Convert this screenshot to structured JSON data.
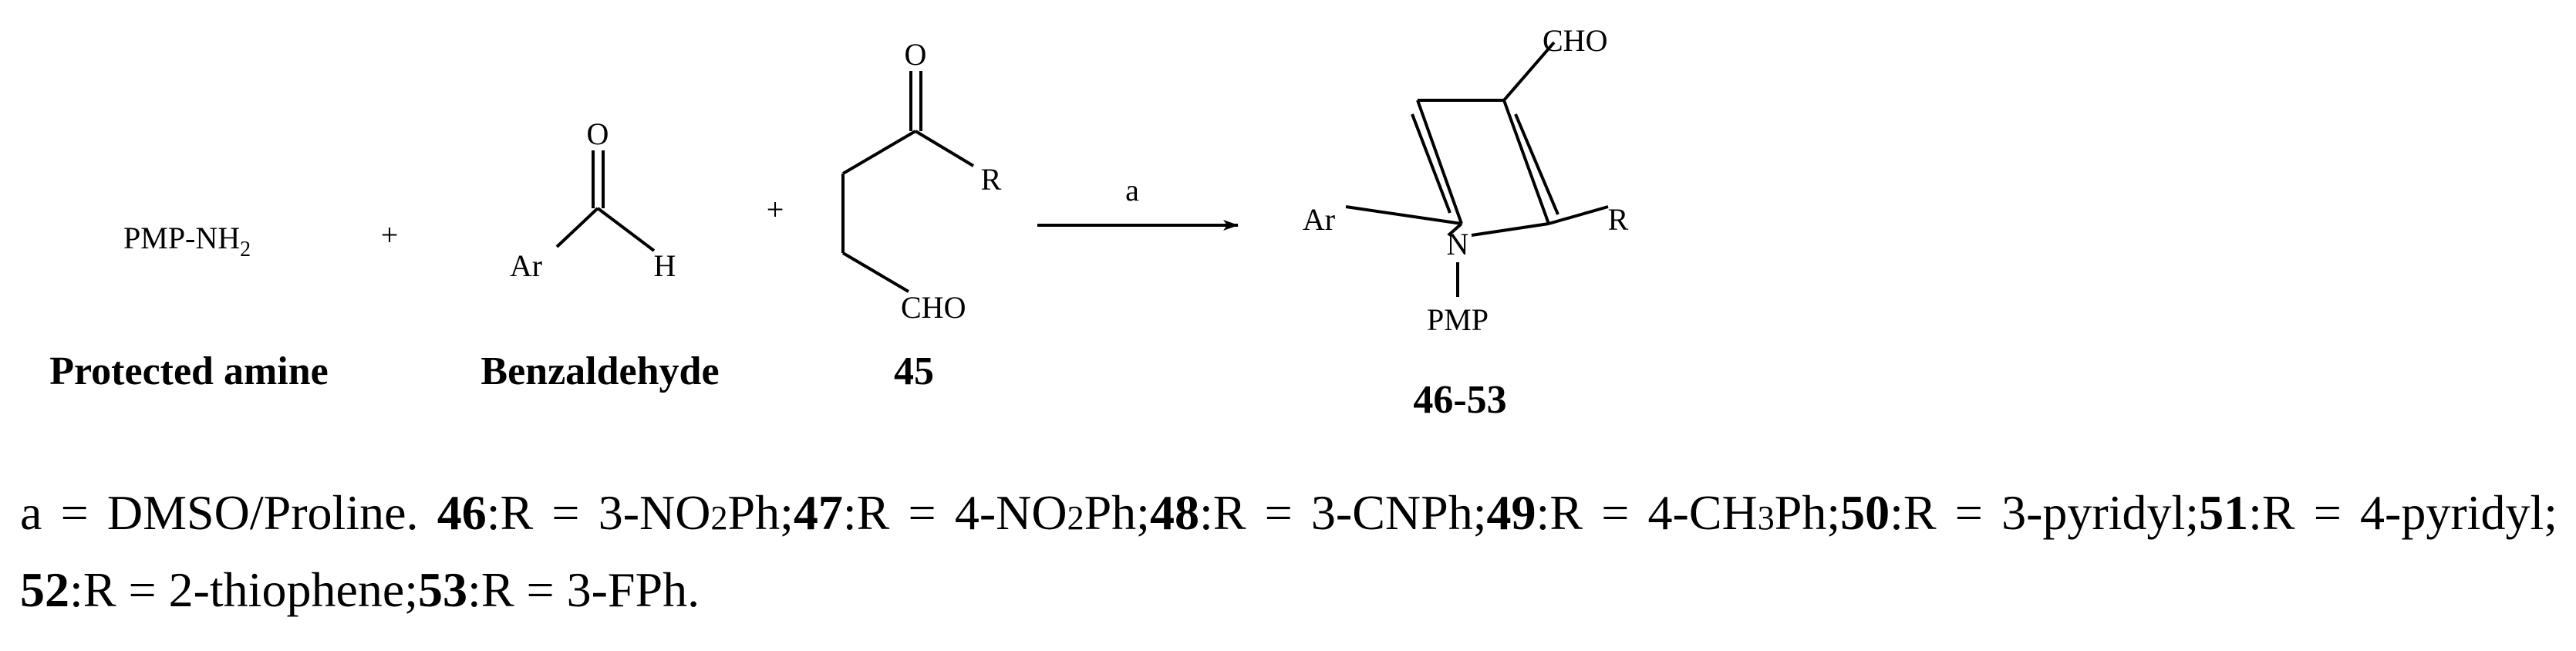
{
  "scheme": {
    "reactant1": {
      "label": "PMP-NH",
      "sub": "2",
      "name": "Protected amine"
    },
    "plus1": "+",
    "reactant2": {
      "o": "O",
      "ar": "Ar",
      "h": "H",
      "name": "Benzaldehyde"
    },
    "plus2": "+",
    "reactant3": {
      "o": "O",
      "r": "R",
      "cho": "CHO",
      "number": "45"
    },
    "arrow_label": "a",
    "product": {
      "cho": "CHO",
      "ar": "Ar",
      "n": "N",
      "r": "R",
      "pmp": "PMP",
      "number": "46-53"
    }
  },
  "caption": {
    "lead": "a = DMSO/Proline. ",
    "entries": [
      {
        "id": "46",
        "pre": ":R = 3-NO",
        "sub": "2",
        "post": "Ph;"
      },
      {
        "id": "47",
        "pre": ":R = 4-NO",
        "sub": "2",
        "post": "Ph;"
      },
      {
        "id": "48",
        "pre": ":R = 3-CNPh;",
        "sub": "",
        "post": ""
      },
      {
        "id": "49",
        "pre": ":R = 4-CH",
        "sub": "3",
        "post": "Ph;"
      },
      {
        "id": "50",
        "pre": ":R = 3-pyridyl;",
        "sub": "",
        "post": ""
      },
      {
        "id": "51",
        "pre": ":R = 4-pyridyl; ",
        "sub": "",
        "post": ""
      },
      {
        "id": "52",
        "pre": ":R = 2-thiophene;",
        "sub": "",
        "post": ""
      },
      {
        "id": "53",
        "pre": ":R = 3-FPh.",
        "sub": "",
        "post": ""
      }
    ]
  }
}
